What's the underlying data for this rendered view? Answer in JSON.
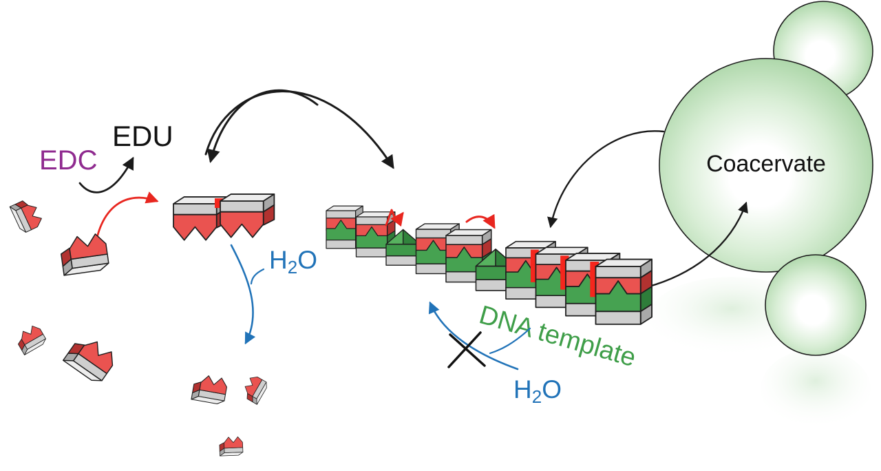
{
  "labels": {
    "edc": "EDC",
    "edu": "EDU",
    "coacervate": "Coacervate",
    "dna_template": "DNA template",
    "water": {
      "h": "H",
      "sub": "2",
      "o": "O"
    }
  },
  "colors": {
    "background": "#ffffff",
    "edc_purple": "#8f2a8f",
    "text_black": "#111111",
    "water_blue": "#2173b8",
    "template_text_green": "#3f9e49",
    "monomer_red": "#ea5350",
    "monomer_red_dark": "#b23230",
    "cap_gray": "#cfcfcf",
    "template_green": "#46a251",
    "template_green_dark": "#2e7d3a",
    "coacervate_green": "#8cc489",
    "arrow_black": "#1a1a1a",
    "arrow_red": "#e8261f",
    "arrow_blue": "#2173b8",
    "bond_red": "#f5261d"
  },
  "template_row": {
    "site_count": 10,
    "sites": [
      {
        "type": "occupied",
        "bond_left": false
      },
      {
        "type": "occupied",
        "bond_left": false
      },
      {
        "type": "empty",
        "bond_left": false
      },
      {
        "type": "occupied",
        "bond_left": false
      },
      {
        "type": "occupied",
        "bond_left": false
      },
      {
        "type": "empty",
        "bond_left": false
      },
      {
        "type": "occupied",
        "bond_left": false
      },
      {
        "type": "occupied",
        "bond_left": true
      },
      {
        "type": "occupied",
        "bond_left": true
      },
      {
        "type": "occupied",
        "bond_left": true
      }
    ]
  },
  "coacervate": {
    "droplet_count": 3
  }
}
